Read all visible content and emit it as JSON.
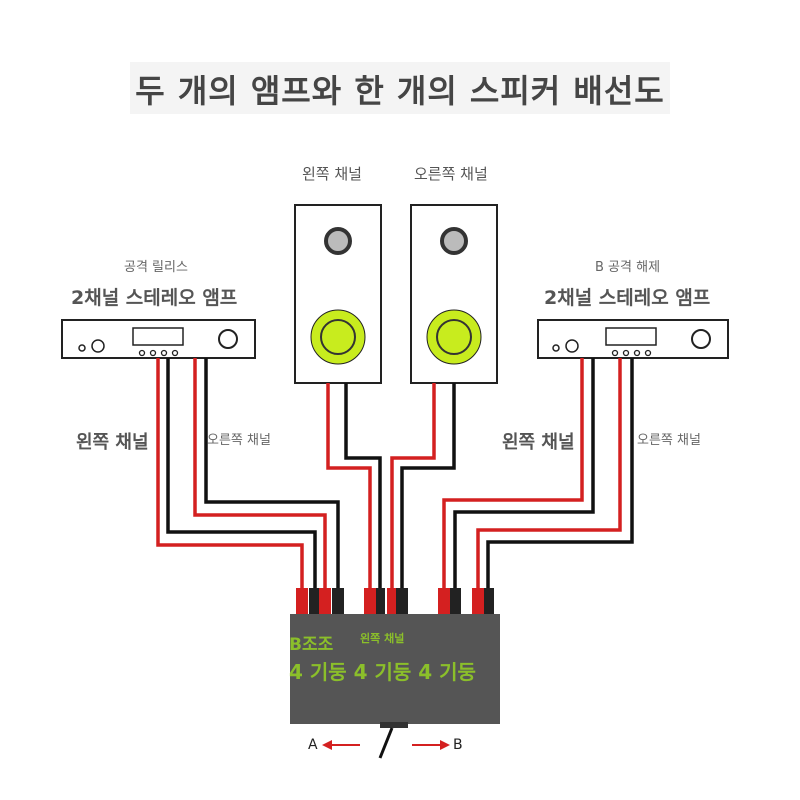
{
  "title": "두 개의 앰프와 한 개의 스피커 배선도",
  "speakers": {
    "left_label": "왼쪽 채널",
    "right_label": "오른쪽 채널"
  },
  "amp_left": {
    "caption": "공격 릴리스",
    "name": "2채널 스테레오 앰프",
    "left_channel": "왼쪽 채널",
    "right_channel": "오른쪽 채널"
  },
  "amp_right": {
    "caption": "B 공격 해제",
    "name": "2채널 스테레오 앰프",
    "left_channel": "왼쪽 채널",
    "right_channel": "오른쪽 채널"
  },
  "switch": {
    "line1": "B조조",
    "line1_small": "왼쪽 채널",
    "line2": "4 기둥 4 기둥 4 기둥"
  },
  "arrows": {
    "left": "A",
    "right": "B"
  },
  "colors": {
    "red_wire": "#d42020",
    "black_wire": "#111111",
    "woofer": "#c8ec1e",
    "switch_box": "#555555",
    "switch_text": "#8bbf2a"
  }
}
